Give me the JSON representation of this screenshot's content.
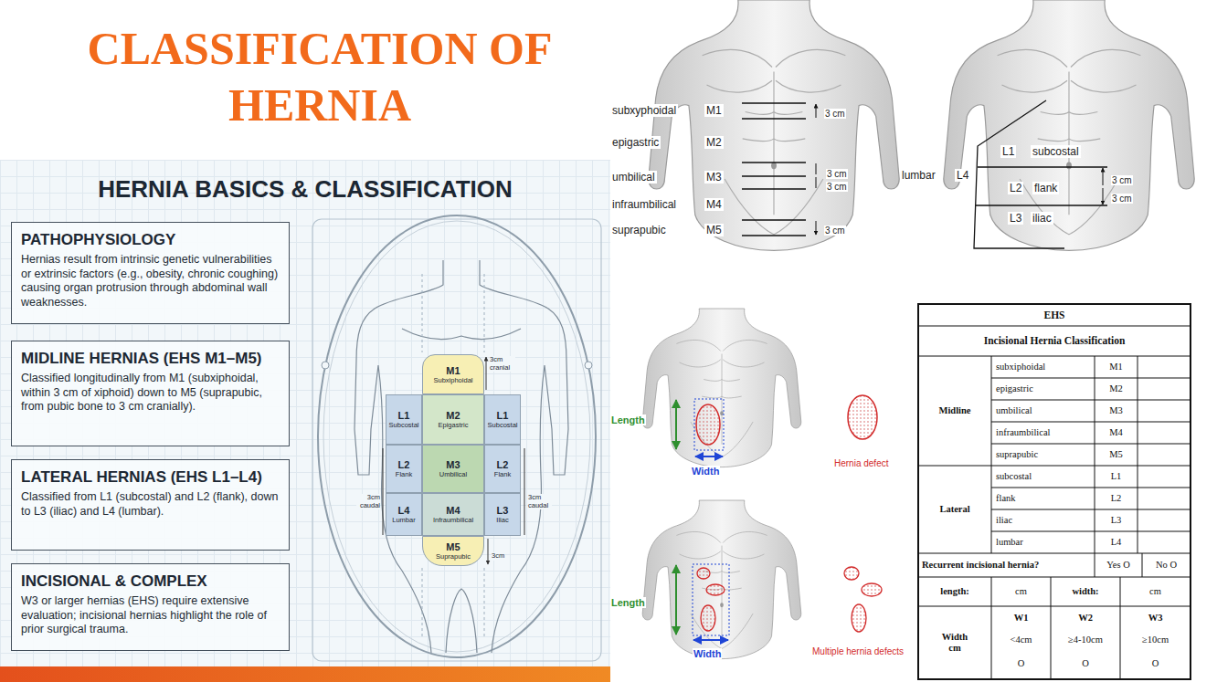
{
  "diagram": {
    "title": "CLASSIFICATION OF HERNIA",
    "nodes": [
      {
        "text": [
          "HERNIA BASICS & CLASSIFICATION"
        ]
      },
      {
        "text": [
          "PATHOPHYSIOLOGY",
          "Hernias result from intrinsic genetic vulnerabilities or extrinsic factors (e.g., obesity, chronic coughing) causing organ protrusion through abdominal wall weaknesses."
        ],
        "in": 0
      },
      {
        "text": [
          "MIDLINE HERNIAS (EHS M1–M5)",
          "Classified longitudinally from M1 (subxiphoidal, within 3 cm of xiphoid) down to M5 (suprapubic, from pubic bone to 3 cm cranially)."
        ],
        "in": 0
      },
      {
        "text": [
          "LATERAL HERNIAS (EHS L1–L4)",
          "Classified from L1 (subcostal) and L2 (flank), down to L3 (iliac) and L4 (lumbar)."
        ],
        "in": 0
      },
      {
        "text": [
          "INCISIONAL & COMPLEX",
          "W3 or larger hernias (EHS) require extensive evaluation; incisional hernias highlight the role of prior surgical trauma."
        ],
        "in": 0
      },
      {
        "text": [
          "M1",
          "Subxiphoidal"
        ],
        "in": 0
      },
      {
        "text": [
          "L1",
          "Subcostal"
        ],
        "in": 0
      },
      {
        "text": [
          "M2",
          "Epigastric"
        ],
        "in": 0
      },
      {
        "text": [
          "L1",
          "Subcostal"
        ],
        "in": 0
      },
      {
        "text": [
          "L2",
          "Flank"
        ],
        "in": 0
      },
      {
        "text": [
          "M3",
          "Umbilical"
        ],
        "in": 0
      },
      {
        "text": [
          "L2",
          "Flank"
        ],
        "in": 0
      },
      {
        "text": [
          "L4",
          "Lumbar"
        ],
        "in": 0
      },
      {
        "text": [
          "M4",
          "Infraumbilical"
        ],
        "in": 0
      },
      {
        "text": [
          "L3",
          "Iliac"
        ],
        "in": 0
      },
      {
        "text": [
          "M5",
          "Suprapubic"
        ],
        "in": 0
      }
    ],
    "labels": [
      "3cm cranial",
      "3cm caudal",
      "3cm caudal",
      "3cm",
      "subxyphoidal",
      "M1",
      "3 cm",
      "epigastric",
      "M2",
      "umbilical",
      "M3",
      "3 cm",
      "3 cm",
      "infraumbilical",
      "M4",
      "suprapubic",
      "M5",
      "3 cm",
      "L1",
      "subcostal",
      "lumbar",
      "L4",
      "L2",
      "flank",
      "3 cm",
      "3 cm",
      "L3",
      "iliac",
      "Length",
      "Width",
      "Hernia defect",
      "Length",
      "Width",
      "Multiple hernia defects",
      "EHS",
      "Incisional Hernia Classification",
      "Midline",
      "subxiphoidal",
      "M1",
      "epigastric",
      "M2",
      "umbilical",
      "M3",
      "infraumbilical",
      "M4",
      "suprapubic",
      "M5",
      "Lateral",
      "subcostal",
      "L1",
      "flank",
      "L2",
      "iliac",
      "L3",
      "lumbar",
      "L4",
      "Recurrent incisional hernia?",
      "Yes O",
      "No O",
      "length:",
      "cm",
      "width:",
      "cm",
      "Width cm",
      "W1",
      "<4cm",
      "O",
      "W2",
      "≥4-10cm",
      "O",
      "W3",
      "≥10cm",
      "O"
    ]
  }
}
